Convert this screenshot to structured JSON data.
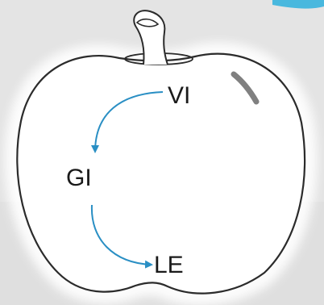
{
  "diagram": {
    "nodes": [
      {
        "id": "vi",
        "label": "VI"
      },
      {
        "id": "gi",
        "label": "GI"
      },
      {
        "id": "le",
        "label": "LE"
      }
    ],
    "edges": [
      {
        "from": "vi",
        "to": "gi"
      },
      {
        "from": "gi",
        "to": "le"
      }
    ],
    "colors": {
      "arrow": "#2a8fc4",
      "outline": "#2b2b2b",
      "apple_fill": "#ffffff",
      "background": "#e9e9e9",
      "accent_tab": "#49b8de"
    }
  }
}
